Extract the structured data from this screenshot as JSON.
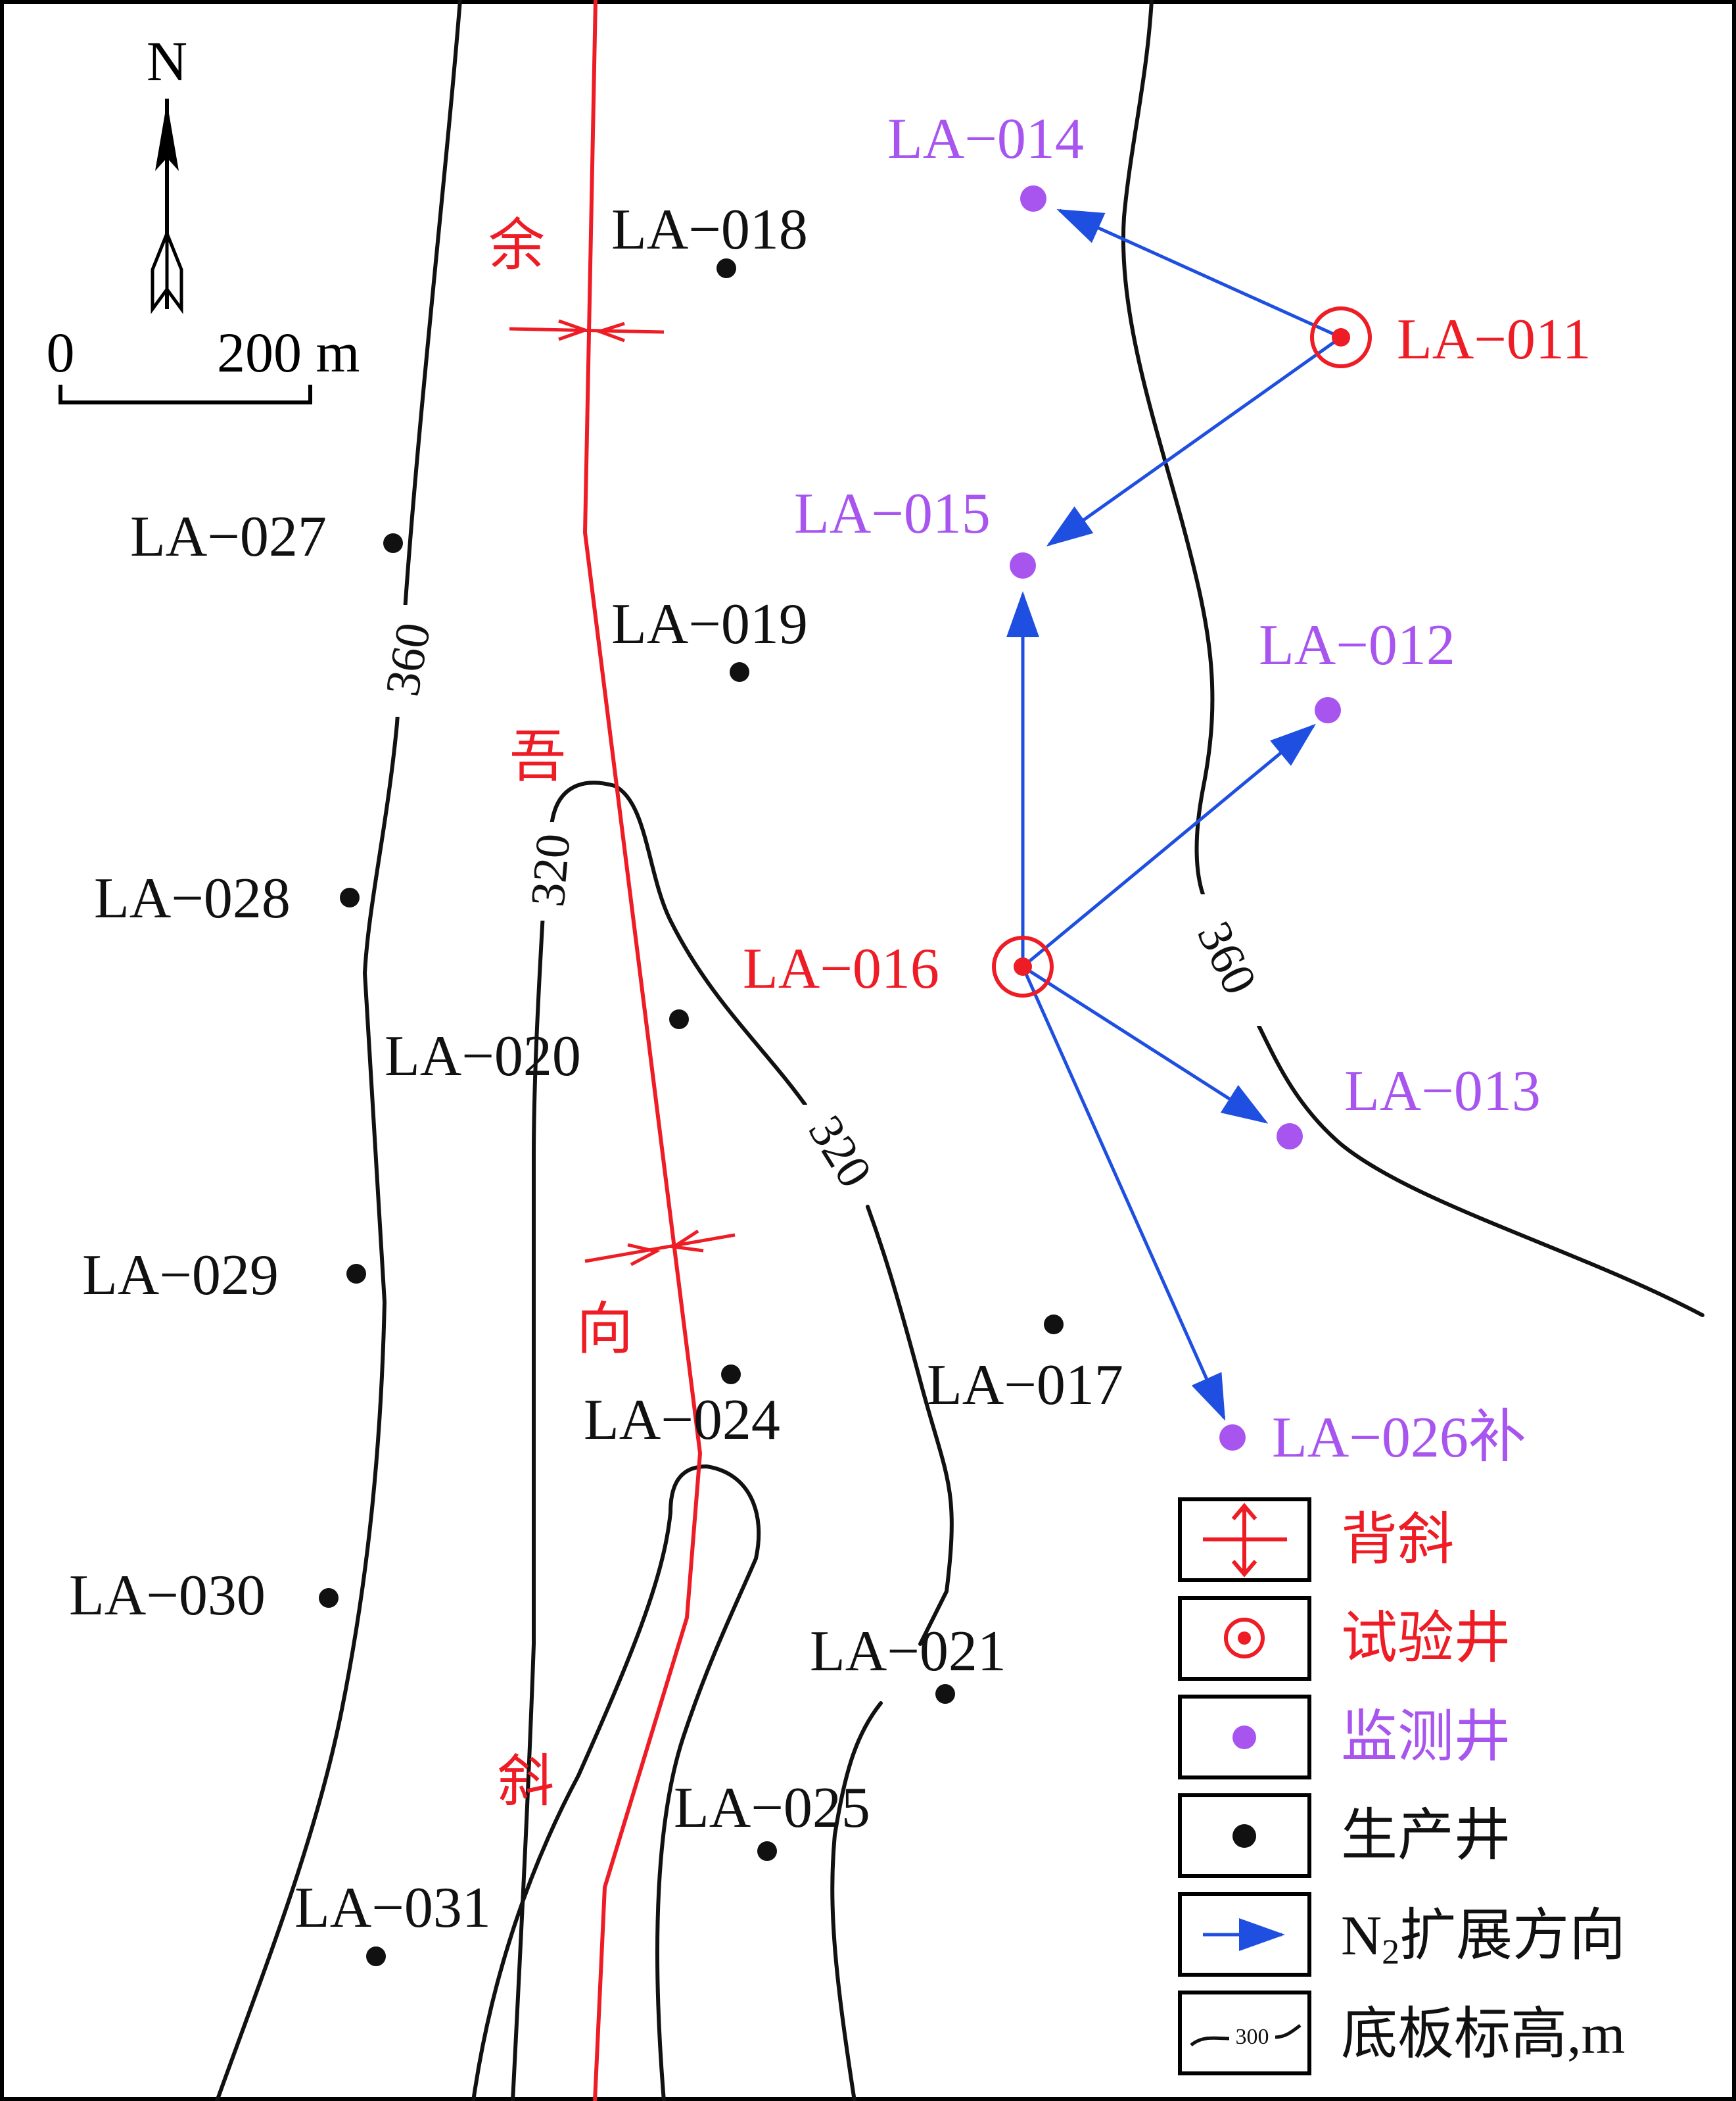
{
  "north": {
    "label": "N"
  },
  "scale": {
    "zero": "0",
    "max": "200 m"
  },
  "syncline": {
    "chars": [
      "余",
      "吾",
      "向",
      "斜"
    ]
  },
  "wells": {
    "test": [
      {
        "id": "LA-011",
        "label": "LA−011"
      },
      {
        "id": "LA-016",
        "label": "LA−016"
      }
    ],
    "monitor": [
      {
        "id": "LA-014",
        "label": "LA−014"
      },
      {
        "id": "LA-015",
        "label": "LA−015"
      },
      {
        "id": "LA-012",
        "label": "LA−012"
      },
      {
        "id": "LA-013",
        "label": "LA−013"
      },
      {
        "id": "LA-026",
        "label": "LA−026补"
      }
    ],
    "production": [
      {
        "id": "LA-018",
        "label": "LA−018"
      },
      {
        "id": "LA-019",
        "label": "LA−019"
      },
      {
        "id": "LA-020",
        "label": "LA−020"
      },
      {
        "id": "LA-017",
        "label": "LA−017"
      },
      {
        "id": "LA-024",
        "label": "LA−024"
      },
      {
        "id": "LA-021",
        "label": "LA−021"
      },
      {
        "id": "LA-025",
        "label": "LA−025"
      },
      {
        "id": "LA-027",
        "label": "LA−027"
      },
      {
        "id": "LA-028",
        "label": "LA−028"
      },
      {
        "id": "LA-029",
        "label": "LA−029"
      },
      {
        "id": "LA-030",
        "label": "LA−030"
      },
      {
        "id": "LA-031",
        "label": "LA−031"
      }
    ]
  },
  "contours": [
    {
      "id": "c360-left",
      "label": "360"
    },
    {
      "id": "c320-mid",
      "label": "320"
    },
    {
      "id": "c320-right",
      "label": "320"
    },
    {
      "id": "c360-right",
      "label": "360"
    }
  ],
  "legend": {
    "items": [
      {
        "key": "anticline",
        "label": "背斜"
      },
      {
        "key": "test-well",
        "label": "试验井"
      },
      {
        "key": "monitor-well",
        "label": "监测井"
      },
      {
        "key": "production-well",
        "label": "生产井"
      },
      {
        "key": "n2-direction",
        "label": "扩展方向",
        "prefix": "N",
        "sub": "2"
      },
      {
        "key": "floor-elevation",
        "label": "底板标高,m",
        "sample": "300"
      }
    ]
  },
  "colors": {
    "test": "#ee1c25",
    "monitor": "#a855f0",
    "production": "#111111",
    "arrow": "#1f4fe0",
    "axis": "#ee1c25",
    "contour": "#111111"
  }
}
